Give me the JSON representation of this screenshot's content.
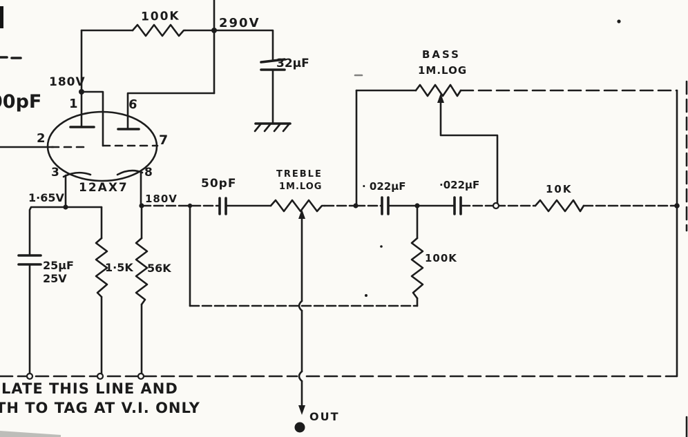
{
  "diagram": {
    "type": "hand-drawn valve amplifier tone-control schematic (scanned)",
    "colors": {
      "ink": "#1c1c1c",
      "paper": "#fbfaf6"
    },
    "tube": {
      "name": "12AX7",
      "pins": {
        "p1": "1",
        "p2": "2",
        "p3": "3",
        "p6": "6",
        "p7": "7",
        "p8": "8"
      }
    },
    "labels": {
      "r_plate": "100K",
      "v_supply": "290V",
      "c_supply": "32μF",
      "v_anode": "180V",
      "v_cathode1": "1·65V",
      "v_cathode2": "180V",
      "c_cathode_value": "25μF",
      "c_cathode_voltage": "25V",
      "r_cathode1": "1·5K",
      "r_cathode2": "56K",
      "c_couple": "50pF",
      "treble_name": "TREBLE",
      "treble_value": "1M.LOG",
      "bass_name": "BASS",
      "bass_value": "1M.LOG",
      "c_tone1": "· 022μF",
      "c_tone2": "·022μF",
      "r_series": "10K",
      "r_shunt": "100K",
      "input_cap_partial": "00pF",
      "out": "OUT",
      "note_line1": "LATE THIS LINE AND",
      "note_line2": "TH TO TAG AT V.I. ONLY"
    }
  }
}
